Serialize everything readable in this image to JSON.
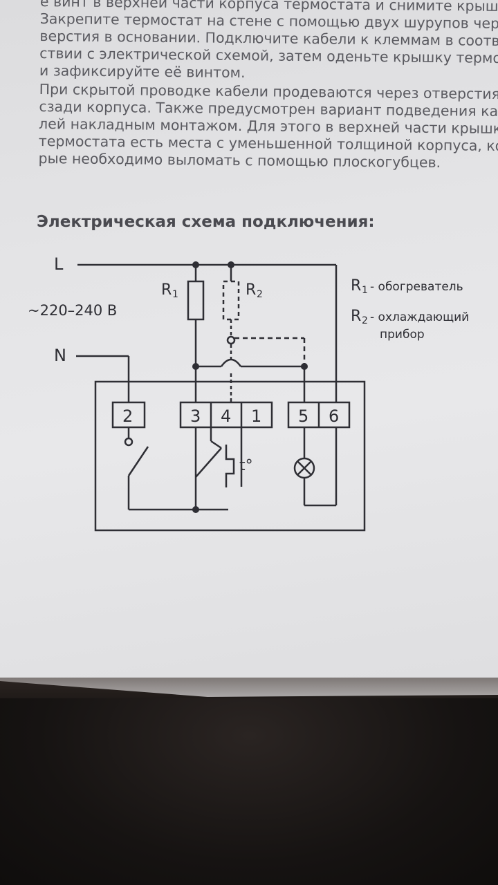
{
  "document": {
    "lines_top": [
      "е винт в верхней части корпуса термостата и снимите крышку. Открути-",
      "Закрепите термостат на стене с помощью двух шурупов через от-",
      "верстия в основании. Подключите кабели к клеммам в соответ-",
      "ствии с электрической схемой, затем оденьте крышку термостата",
      "и зафиксируйте её винтом."
    ],
    "lines_para2": [
      "При скрытой проводке кабели продеваются через отверстия",
      "сзади корпуса. Также предусмотрен вариант подведения кабе-",
      "лей накладным монтажом. Для этого в верхней части крышки",
      "термостата есть места с уменьшенной толщиной корпуса, кото-",
      "рые необходимо выломать с помощью плоскогубцев."
    ],
    "heading": "Электрическая схема подключения:"
  },
  "diagram": {
    "line_L": "L",
    "line_N": "N",
    "voltage": "~220–240 В",
    "r1_label": "R",
    "r1_sub": "1",
    "r2_label": "R",
    "r2_sub": "2",
    "terminals": [
      "2",
      "3",
      "4",
      "1",
      "5",
      "6"
    ],
    "thermo_symbol": "t°",
    "legend": {
      "r1_name": "R",
      "r1_sub": "1",
      "r1_desc": "- обогреватель",
      "r2_name": "R",
      "r2_sub": "2",
      "r2_desc_1": "- охлаждающий",
      "r2_desc_2": "прибор"
    }
  }
}
